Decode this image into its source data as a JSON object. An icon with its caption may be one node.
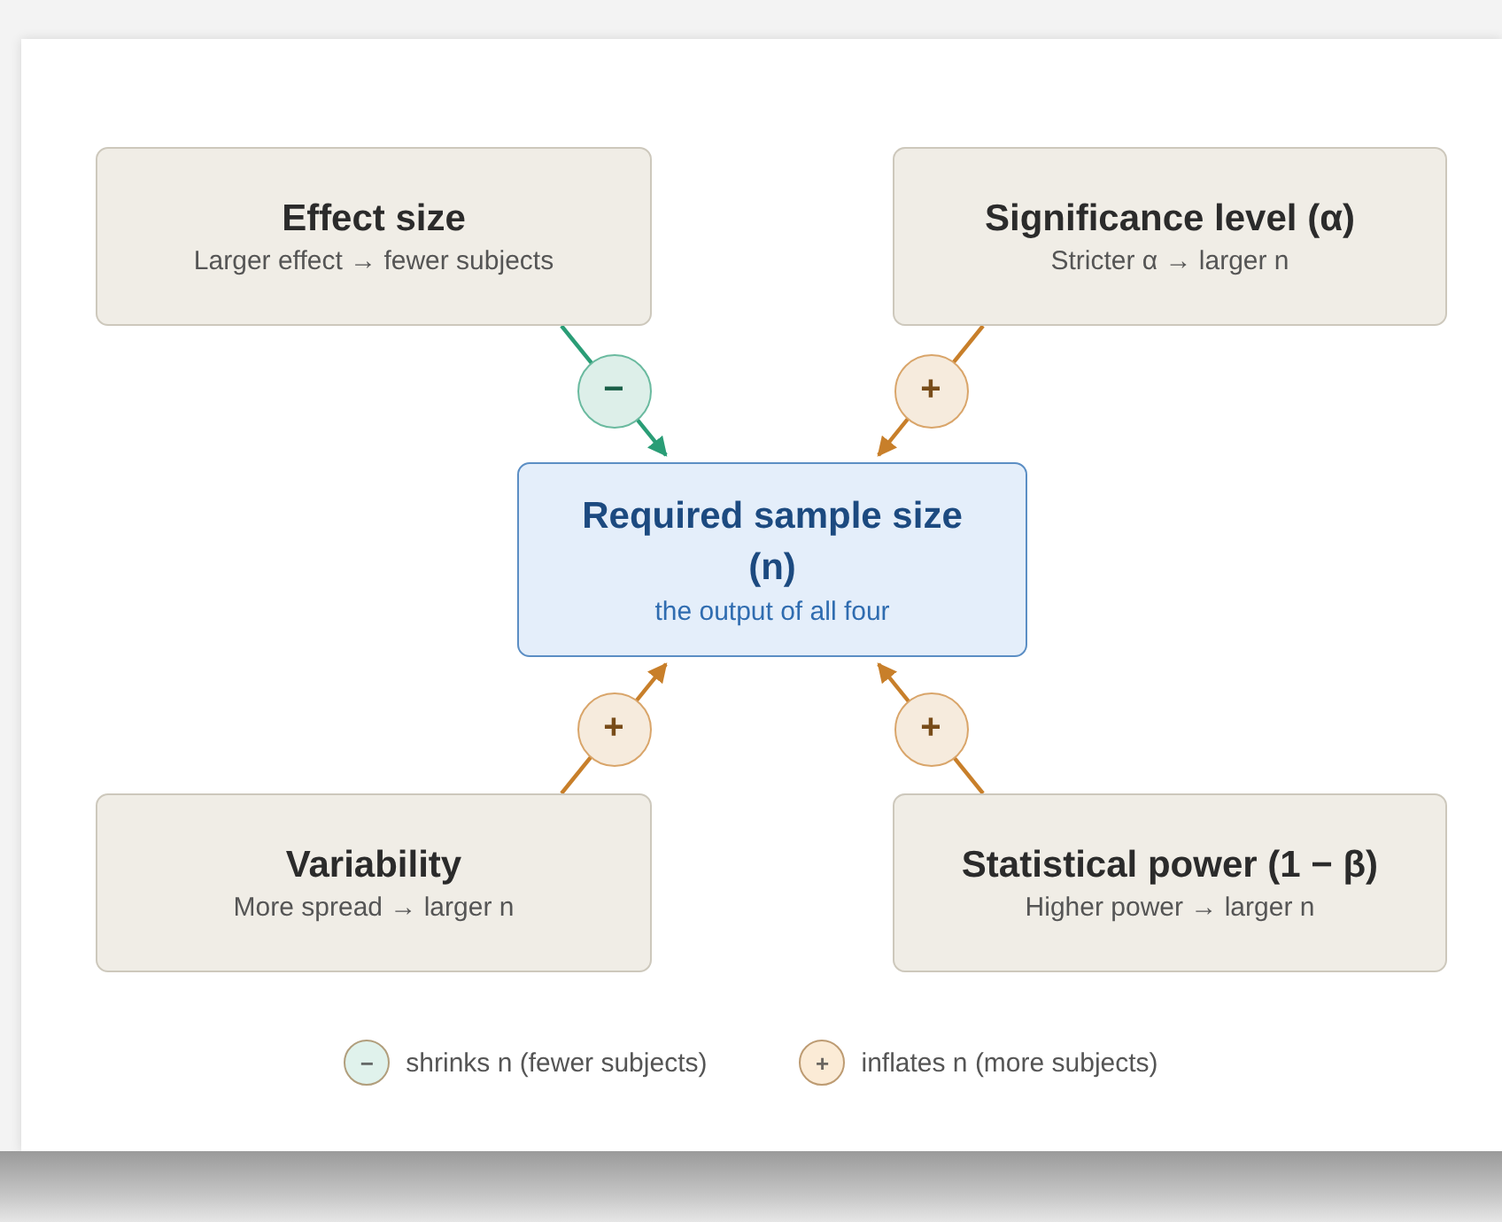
{
  "diagram": {
    "nodes": [
      {
        "text": [
          "Effect size",
          "Larger effect → fewer subjects"
        ]
      },
      {
        "text": [
          "Significance level (α)",
          "Stricter α → larger n"
        ]
      },
      {
        "text": [
          "Required sample size (n)",
          "the output of all four"
        ]
      },
      {
        "text": [
          "Variability",
          "More spread → larger n"
        ]
      },
      {
        "text": [
          "Statistical power (1 − β)",
          "Higher power → larger n"
        ]
      }
    ],
    "edges": [
      {
        "from": 0,
        "to": 2,
        "arrow": "to",
        "label": "−",
        "color": "#2a9d76"
      },
      {
        "from": 1,
        "to": 2,
        "arrow": "to",
        "label": "+"
      },
      {
        "from": 3,
        "to": 2,
        "arrow": "to",
        "label": "+"
      },
      {
        "from": 4,
        "to": 2,
        "arrow": "to",
        "label": "+"
      }
    ],
    "labels": [
      "−",
      "+"
    ],
    "legend": [
      {
        "text": "shrinks n (fewer subjects)",
        "color": "#e0f2ec"
      },
      {
        "text": "inflates n (more subjects)",
        "color": "#fbebd6"
      }
    ]
  }
}
